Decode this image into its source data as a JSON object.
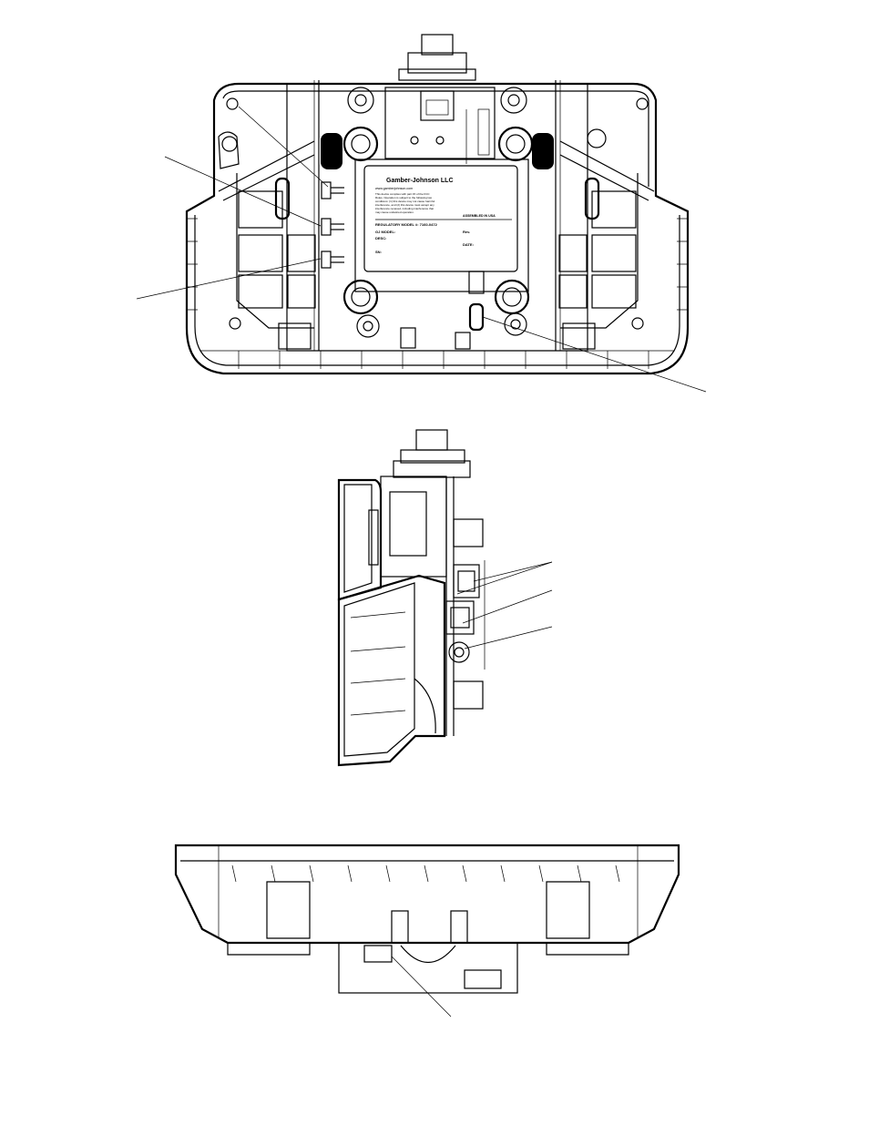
{
  "label": {
    "company": "Gamber-Johnson LLC",
    "website": "www.gamberjohnson.com",
    "notice_lines": [
      "This device complies with part 15 of the FCC",
      "Rules. Operation is subject to the following two",
      "conditions: (1) this device may not cause harmful",
      "interference, and (2) this device must accept any",
      "interference received, including interference that",
      "may cause undesired operation."
    ],
    "assembled": "ASSEMBLED IN USA",
    "regulatory_model": "REGULATORY MODEL #: 7160-0472",
    "gj_model": "GJ MODEL:",
    "rev": "Rev.",
    "desc": "DESC:",
    "date": "DATE:",
    "sn": "SN:"
  },
  "colors": {
    "ink": "#000000",
    "paper": "#ffffff"
  }
}
